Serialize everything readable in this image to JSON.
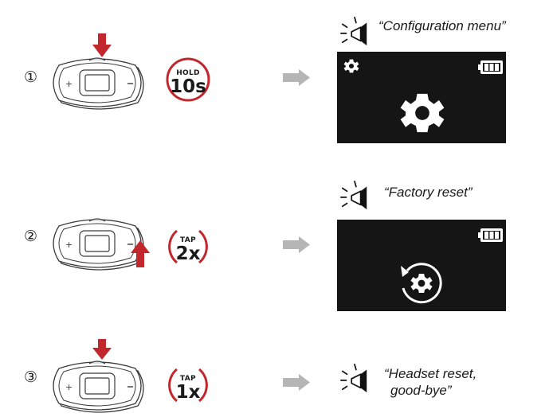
{
  "steps": [
    {
      "number": "①",
      "action_top": "HOLD",
      "action_main": "10s",
      "action_style": "solid",
      "indicator": "center-button",
      "voice_prompt": "“Configuration menu”",
      "screen_icons": [
        "gear-icon",
        "battery-icon",
        "large-gear-icon"
      ]
    },
    {
      "number": "②",
      "action_top": "TAP",
      "action_main": "2x",
      "action_style": "arcs",
      "indicator": "minus-button",
      "voice_prompt": "“Factory reset”",
      "screen_icons": [
        "battery-icon",
        "reset-gear-icon"
      ]
    },
    {
      "number": "③",
      "action_top": "TAP",
      "action_main": "1x",
      "action_style": "arcs",
      "indicator": "center-button",
      "voice_prompt_line1": "“Headset reset,",
      "voice_prompt_line2": "good-bye”"
    }
  ],
  "colors": {
    "accent": "#c1272d",
    "arrow": "#b5b5b5",
    "screen": "#151515"
  }
}
